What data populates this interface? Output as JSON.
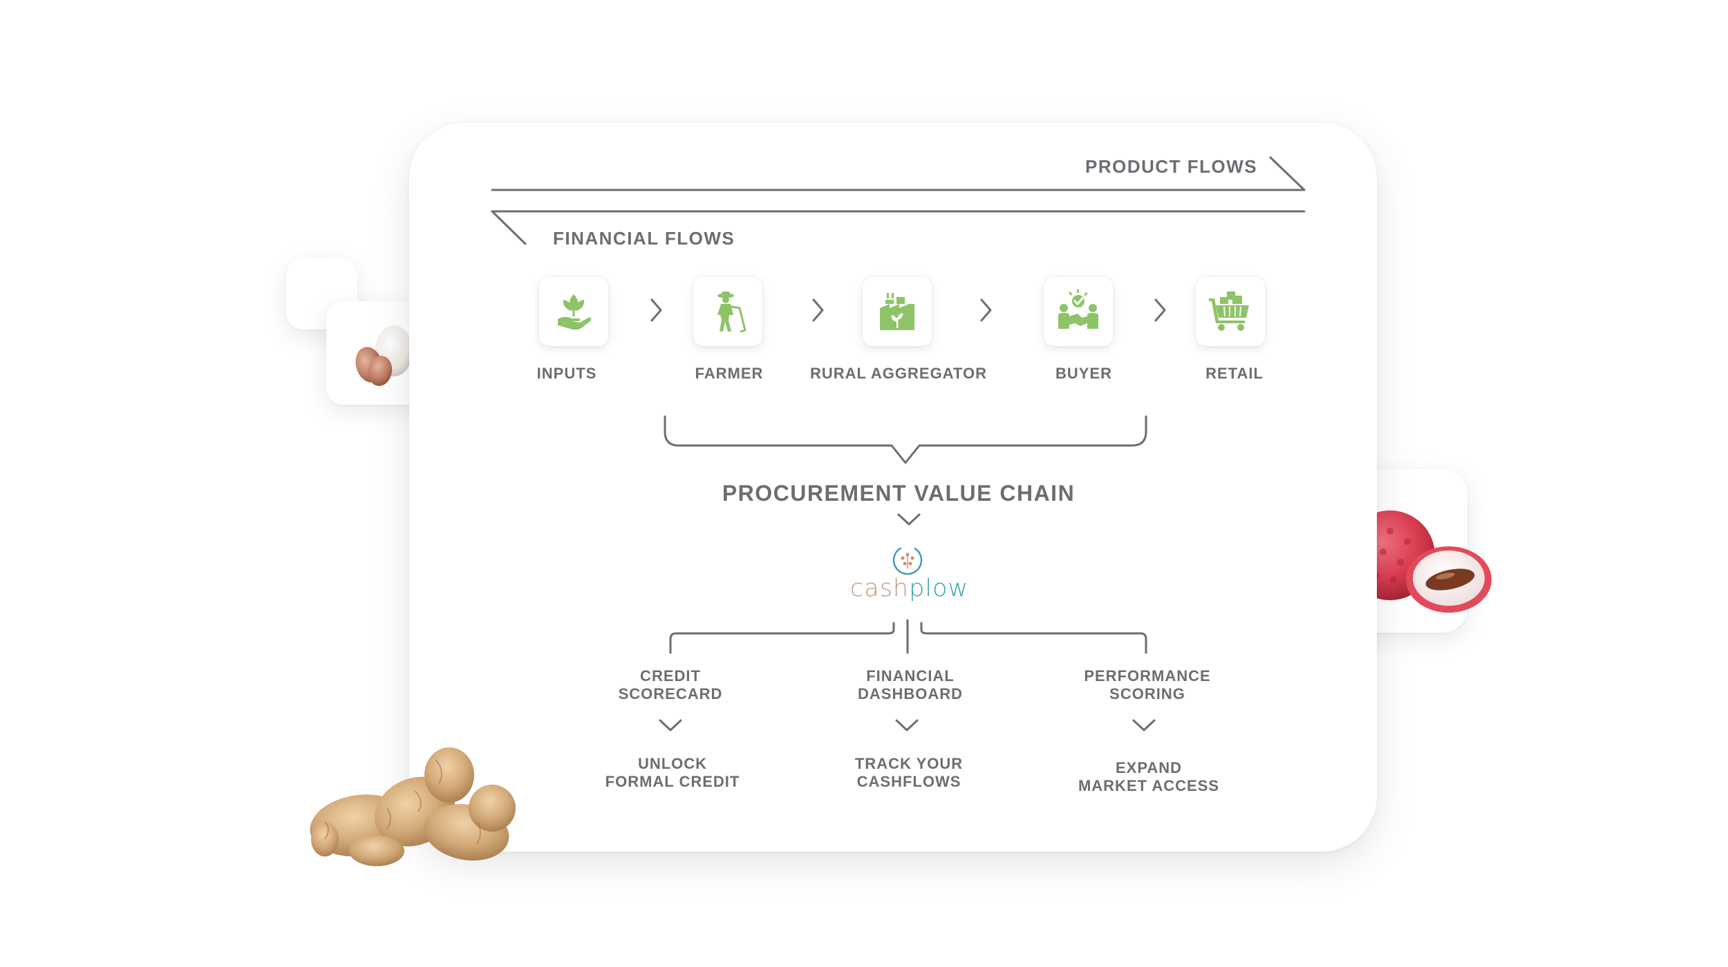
{
  "flows": {
    "product": "PRODUCT FLOWS",
    "financial": "FINANCIAL FLOWS"
  },
  "steps": [
    {
      "label": "INPUTS",
      "icon": "hand-plant-icon"
    },
    {
      "label": "FARMER",
      "icon": "farmer-icon"
    },
    {
      "label": "RURAL AGGREGATOR",
      "icon": "factory-plant-icon"
    },
    {
      "label": "BUYER",
      "icon": "handshake-icon"
    },
    {
      "label": "RETAIL",
      "icon": "shopping-cart-icon"
    }
  ],
  "value_chain": {
    "title": "PROCUREMENT VALUE CHAIN"
  },
  "brand": {
    "name_part1": "cash",
    "name_part2": "plow",
    "color_part1": "#c49a7e",
    "color_part2": "#3a9fb0"
  },
  "pillars": [
    {
      "line1": "CREDIT",
      "line2": "SCORECARD",
      "result1": "UNLOCK",
      "result2": "FORMAL CREDIT"
    },
    {
      "line1": "FINANCIAL",
      "line2": "DASHBOARD",
      "result1": "TRACK YOUR",
      "result2": "CASHFLOWS"
    },
    {
      "line1": "PERFORMANCE",
      "line2": "SCORING",
      "result1": "EXPAND",
      "result2": "MARKET ACCESS"
    }
  ],
  "colors": {
    "icon_green": "#8dc467",
    "text_gray": "#6a6e72",
    "line_gray": "#6a6e72"
  },
  "decorations": [
    "eggs-image",
    "lychee-image",
    "ginger-image"
  ]
}
